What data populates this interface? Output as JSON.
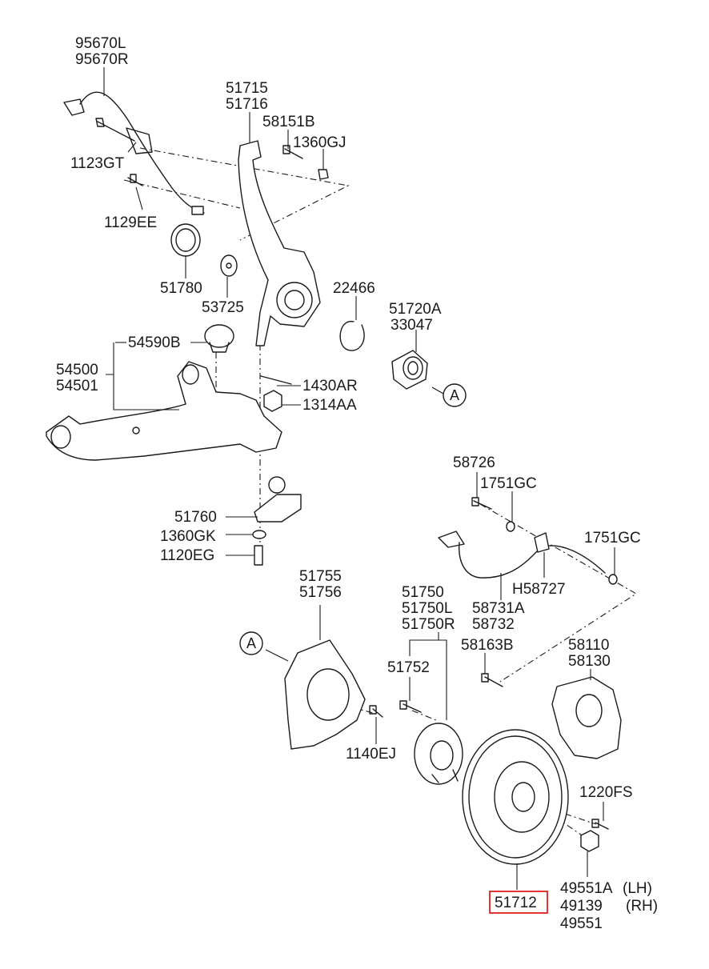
{
  "diagram": {
    "labels": {
      "p95670": [
        "95670L",
        "95670R"
      ],
      "p51715": [
        "51715",
        "51716"
      ],
      "p58151B": "58151B",
      "p1360GJ": "1360GJ",
      "p1123GT": "1123GT",
      "p1129EE": "1129EE",
      "p51780": "51780",
      "p53725": "53725",
      "p22466": "22466",
      "p51720A": [
        "51720A",
        "33047"
      ],
      "p54590B": "54590B",
      "p54500": [
        "54500",
        "54501"
      ],
      "p1430AR": "1430AR",
      "p1314AA": "1314AA",
      "p51760": "51760",
      "p1360GK": "1360GK",
      "p1120EG": "1120EG",
      "p58726": "58726",
      "p1751GC_a": "1751GC",
      "p1751GC_b": "1751GC",
      "pH58727": "H58727",
      "p58731A": [
        "58731A",
        "58732"
      ],
      "p51755": [
        "51755",
        "51756"
      ],
      "p51750": [
        "51750",
        "51750L",
        "51750R"
      ],
      "p51752": "51752",
      "p58163B": "58163B",
      "p58110": [
        "58110",
        "58130"
      ],
      "p1140EJ": "1140EJ",
      "p1220FS": "1220FS",
      "p49551A": [
        "49551A",
        "49139",
        "49551"
      ],
      "side_lh": "(LH)",
      "side_rh": "(RH)",
      "p51712": "51712"
    },
    "callouts": {
      "a_upper": "A",
      "a_lower": "A"
    },
    "highlight": {
      "part": "51712",
      "color": "#e0201c"
    }
  }
}
